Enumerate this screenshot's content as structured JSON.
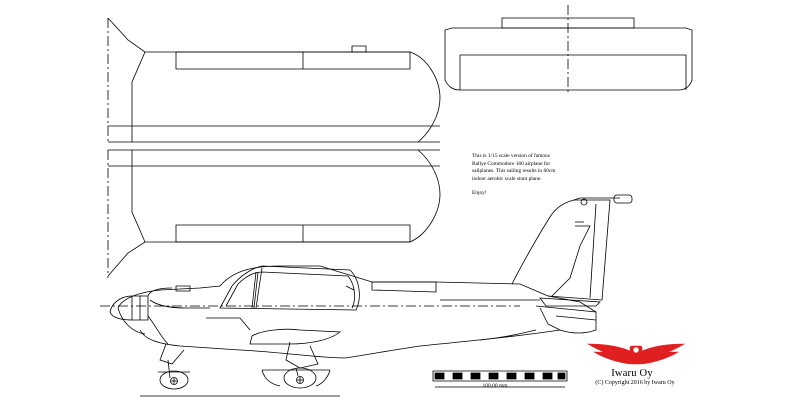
{
  "note": {
    "line1": "This is 1/15 scale version of famous",
    "line2": "Rallye Commodore 180 airplane for",
    "line3": "sailplanes. This sailing results in 60cm",
    "line4": "indoor aerobic scale stunt plane.",
    "line5": "Enjoy!"
  },
  "scale_bar": {
    "label": "100,00 mm"
  },
  "logo": {
    "company": "Iwaru Oy",
    "copyright": "(C) Copyright 2016 by Iwaru Oy",
    "color": "#e02020"
  },
  "colors": {
    "line": "#000000",
    "background": "#ffffff"
  }
}
